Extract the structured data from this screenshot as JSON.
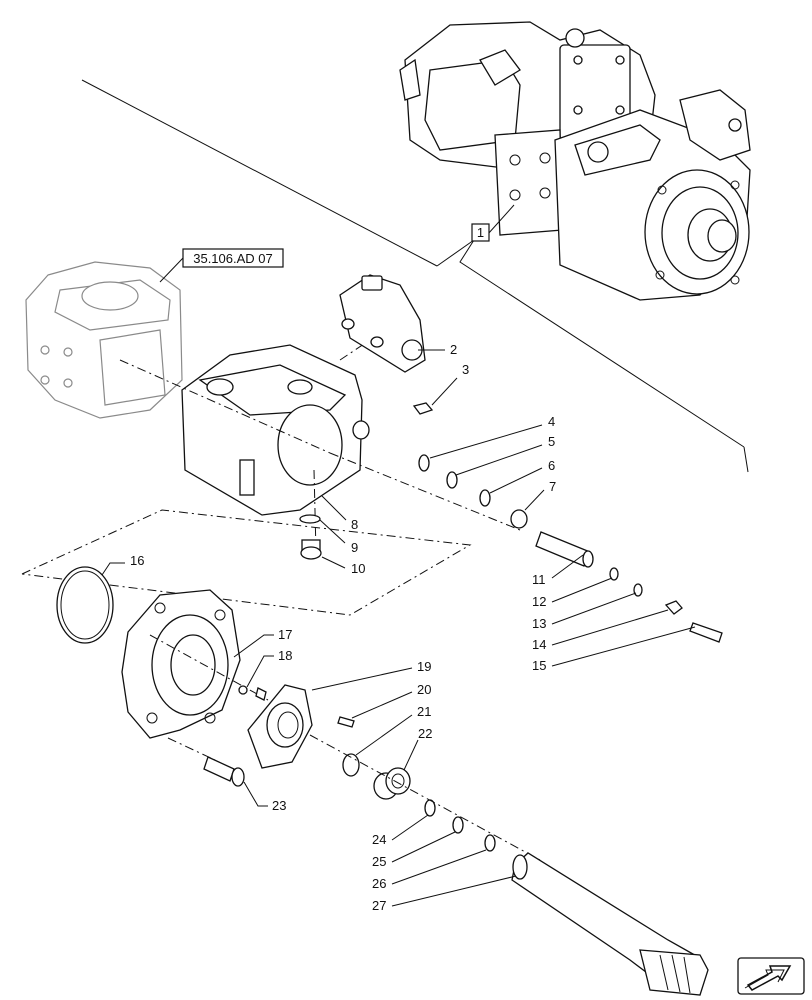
{
  "reference_label": "35.106.AD 07",
  "assembly_marker": "1",
  "callouts": [
    "2",
    "3",
    "4",
    "5",
    "6",
    "7",
    "8",
    "9",
    "10",
    "11",
    "12",
    "13",
    "14",
    "15",
    "16",
    "17",
    "18",
    "19",
    "20",
    "21",
    "22",
    "23",
    "24",
    "25",
    "26",
    "27"
  ]
}
